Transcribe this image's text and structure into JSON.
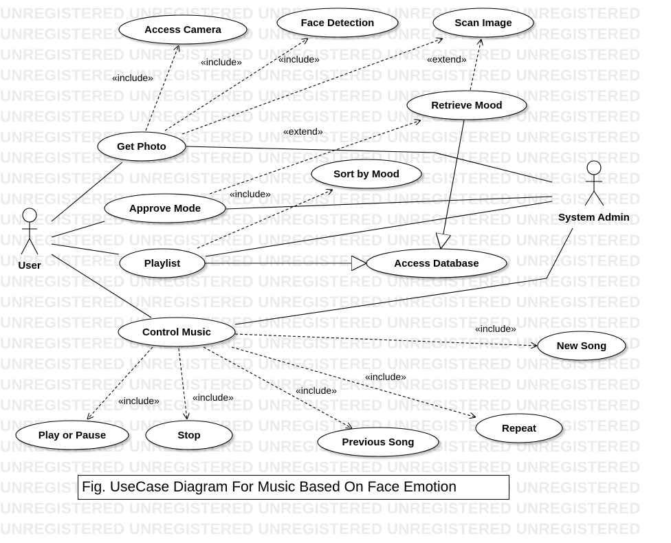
{
  "watermark_text": "UNREGISTERED UNREGISTERED UNREGISTERED UNREGISTERED UNREGISTERED",
  "actors": {
    "user": "User",
    "admin": "System Admin"
  },
  "use_cases": {
    "access_camera": "Access Camera",
    "face_detection": "Face Detection",
    "scan_image": "Scan Image",
    "retrieve_mood": "Retrieve Mood",
    "get_photo": "Get Photo",
    "sort_by_mood": "Sort by Mood",
    "approve_mode": "Approve Mode",
    "playlist": "Playlist",
    "access_database": "Access Database",
    "control_music": "Control Music",
    "new_song": "New Song",
    "play_or_pause": "Play or Pause",
    "stop": "Stop",
    "previous_song": "Previous Song",
    "repeat": "Repeat"
  },
  "stereotypes": {
    "include_access_camera": "«include»",
    "include_face_detection": "«include»",
    "include_scan_image": "«include»",
    "extend_scan_image": "«extend»",
    "extend_retrieve_mood": "«extend»",
    "include_sort_by_mood": "«include»",
    "include_new_song": "«include»",
    "include_repeat": "«include»",
    "include_previous_song": "«include»",
    "include_stop": "«include»",
    "include_play_pause": "«include»"
  },
  "caption": "Fig. UseCase Diagram For Music Based On Face Emotion"
}
